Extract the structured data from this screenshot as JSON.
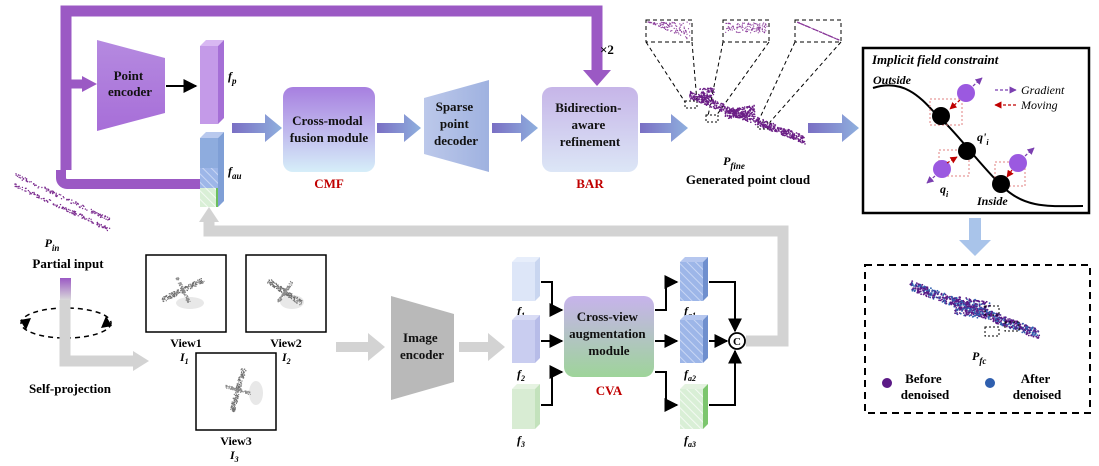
{
  "modules": {
    "point_encoder": [
      "Point",
      "encoder"
    ],
    "cmf": [
      "Cross-modal",
      "fusion module"
    ],
    "cmf_tag": "CMF",
    "sparse_decoder": [
      "Sparse",
      "point",
      "decoder"
    ],
    "bar": [
      "Bidirection-",
      "aware",
      "refinement"
    ],
    "bar_tag": "BAR",
    "image_encoder": [
      "Image",
      "encoder"
    ],
    "cva": [
      "Cross-view",
      "augmentation",
      "module"
    ],
    "cva_tag": "CVA"
  },
  "features": {
    "fp": [
      "f",
      "p"
    ],
    "fau": [
      "f",
      "au"
    ],
    "f1": [
      "f",
      "1"
    ],
    "f2": [
      "f",
      "2"
    ],
    "f3": [
      "f",
      "3"
    ],
    "fa1": [
      "f",
      "a1"
    ],
    "fa2": [
      "f",
      "a2"
    ],
    "fa3": [
      "f",
      "a3"
    ]
  },
  "repeat": "×2",
  "concat_symbol": "C",
  "labels": {
    "pin": [
      "P",
      "in"
    ],
    "partial_input": "Partial input",
    "self_projection": "Self-projection",
    "pfine": [
      "P",
      "fine"
    ],
    "generated": "Generated point cloud",
    "pfc": [
      "P",
      "fc"
    ]
  },
  "views": [
    {
      "name": "View1",
      "id": [
        "I",
        "1"
      ]
    },
    {
      "name": "View2",
      "id": [
        "I",
        "2"
      ]
    },
    {
      "name": "View3",
      "id": [
        "I",
        "3"
      ]
    }
  ],
  "implicit": {
    "title": "Implicit field constraint",
    "outside": "Outside",
    "inside": "Inside",
    "gradient": "Gradient",
    "moving": "Moving",
    "qprime": [
      "q",
      "i",
      "'"
    ],
    "q": [
      "q",
      "i"
    ]
  },
  "legend": {
    "before": [
      "Before",
      "denoised"
    ],
    "after": [
      "After",
      "denoised"
    ],
    "before_color": "#5b1a86",
    "after_color": "#2f5fae"
  },
  "colors": {
    "purple_arrow": "#9b59c4",
    "blue_arrow": "#6f8fc9",
    "gray_arrow": "#d3d3d3",
    "tag_red": "#c00000"
  }
}
